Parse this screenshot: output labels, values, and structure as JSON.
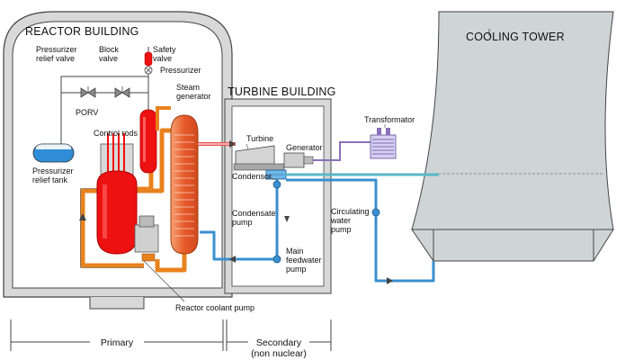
{
  "buildings": {
    "reactor": "REACTOR BUILDING",
    "turbine": "TURBINE BUILDING",
    "cooling_tower": "COOLING TOWER"
  },
  "components": {
    "pressurizer_relief_valve": [
      "Pressurizer",
      "relief valve"
    ],
    "block_valve": [
      "Block",
      "valve"
    ],
    "safety_valve": [
      "Safety",
      "valve"
    ],
    "pressurizer": "Pressurizer",
    "steam_generator": [
      "Steam",
      "generator"
    ],
    "porv": "PORV",
    "control_rods": "Control rods",
    "pressurizer_relief_tank": [
      "Pressurizer",
      "relief tank"
    ],
    "turbine": "Turbine",
    "generator": "Generator",
    "transformator": "Transformator",
    "condensor": "Condensor",
    "condensate_pump": [
      "Condensate",
      "pump"
    ],
    "main_feedwater_pump": [
      "Main",
      "feedwater",
      "pump"
    ],
    "circulating_water_pump": [
      "Circulating",
      "water",
      "pump"
    ],
    "reactor_coolant_pump": "Reactor coolant pump"
  },
  "sections": {
    "primary": "Primary",
    "secondary": [
      "Secondary",
      "(non nuclear)"
    ]
  },
  "colors": {
    "primary_loop": "#e8821e",
    "secondary_loop": "#3a8fd0",
    "steam": "#e05050",
    "reactor": "#ee1111",
    "building_wall": "#d8d8d8",
    "tower": "#cfd5d5"
  }
}
